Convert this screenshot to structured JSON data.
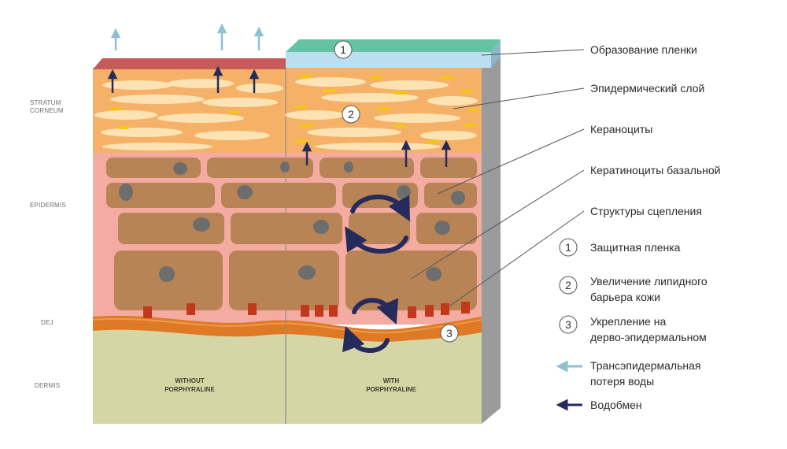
{
  "layers": {
    "stratum_corneum_line1": "STRATUM",
    "stratum_corneum_line2": "CORNEUM",
    "epidermis": "EPIDERMIS",
    "dej": "DEJ",
    "dermis": "DERMIS"
  },
  "panels": {
    "without_line1": "WITHOUT",
    "without_line2": "PORPHYRALINE",
    "with_line1": "WITH",
    "with_line2": "PORPHYRALINE"
  },
  "markers": {
    "one": "1",
    "two": "2",
    "three": "3"
  },
  "callouts": {
    "film_formation": "Образование пленки",
    "epidermal_layer": "Эпидермический слой",
    "keratinocytes": "Кераноциты",
    "basal_keratinocytes": "Кератиноциты базальной",
    "adhesion_structures": "Структуры сцепления"
  },
  "legend": {
    "item1_num": "1",
    "item1_text": "Защитная пленка",
    "item2_num": "2",
    "item2_line1": "Увеличение липидного",
    "item2_line2": "барьера кожи",
    "item3_num": "3",
    "item3_line1": "Укрепление на",
    "item3_line2": "дерво-эпидермальном",
    "tewl_line1": "Трансэпидермальная",
    "tewl_line2": "потеря воды",
    "water_exchange": "Водобмен"
  },
  "colors": {
    "film_teal": "#62c4a2",
    "film_blue": "#b9dff0",
    "red_film": "#c85a5a",
    "stratum_orange": "#f6b168",
    "epidermis_pink": "#f3aba2",
    "cell_brown": "#b98455",
    "nucleus_grey": "#6d6d6d",
    "dej_orange": "#de7a26",
    "dermis_olive": "#d6d5a5",
    "arrow_navy": "#262b5e",
    "arrow_light_blue": "#8fc0d2"
  }
}
